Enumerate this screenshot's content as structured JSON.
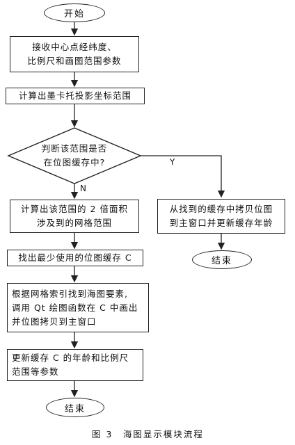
{
  "flow": {
    "start": "开始",
    "step1": [
      "接收中心点经纬度、",
      "比例尺和画图范围参数"
    ],
    "step2": "计算出墨卡托投影坐标范围",
    "decision": [
      "判断该范围是否",
      "在位图缓存中?"
    ],
    "yes_label": "Y",
    "no_label": "N",
    "yes_branch": [
      "从找到的缓存中拷贝位图",
      "到主窗口并更新缓存年龄"
    ],
    "yes_end": "结束",
    "no_step1": [
      "计算出该范围的 2 倍面积",
      "涉及到的网格范围"
    ],
    "no_step2": "找出最少使用的位图缓存 C",
    "no_step3": [
      "根据网格索引找到海图要素,",
      "调用 Qt 绘图函数在 C 中画出",
      "并位图拷贝到主窗口"
    ],
    "no_step4": [
      "更新缓存 C 的年龄和比例尺",
      "范围等参数"
    ],
    "end": "结束"
  },
  "caption": "图 3　海图显示模块流程"
}
